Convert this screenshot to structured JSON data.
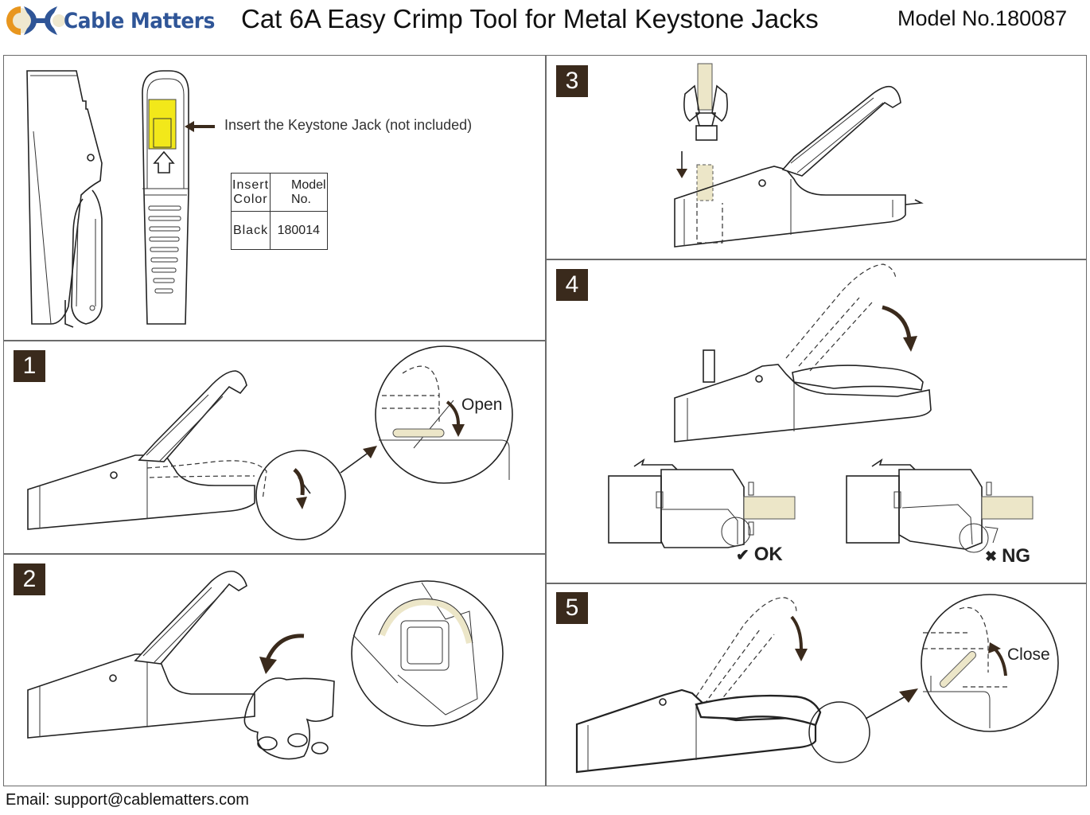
{
  "header": {
    "brand": "Cable Matters",
    "title": "Cat 6A Easy Crimp Tool for Metal Keystone Jacks",
    "model": "Model No.180087",
    "brand_colors": {
      "orange": "#e8961e",
      "blue": "#2f5597",
      "cream": "#efe8cf"
    }
  },
  "overview": {
    "insert_label": "Insert the Keystone Jack (not included)",
    "table": {
      "headers": [
        "Insert  Color",
        "Model No."
      ],
      "rows": [
        [
          "Black",
          "180014"
        ]
      ]
    },
    "highlight_color": "#f2e81a"
  },
  "steps": [
    {
      "number": "1",
      "callout": "Open"
    },
    {
      "number": "2",
      "callout": ""
    },
    {
      "number": "3",
      "callout": ""
    },
    {
      "number": "4",
      "callout": "",
      "results": [
        {
          "icon": "check-icon",
          "glyph": "✔",
          "label": "OK"
        },
        {
          "icon": "cross-icon",
          "glyph": "✖",
          "label": "NG"
        }
      ]
    },
    {
      "number": "5",
      "callout": "Close"
    }
  ],
  "footer": {
    "email": "Email: support@cablematters.com"
  },
  "colors": {
    "badge": "#3a2a1c",
    "border": "#6b6b6b",
    "lever": "#ece6c8"
  }
}
